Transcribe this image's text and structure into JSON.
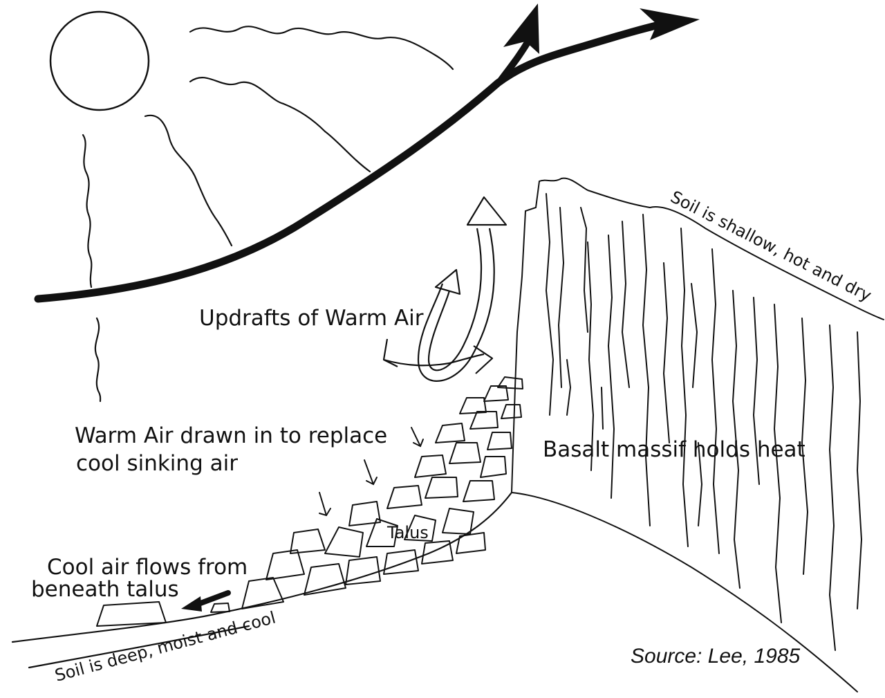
{
  "labels": {
    "updrafts": "Updrafts of Warm Air",
    "warm_air_line1": "Warm Air drawn in to replace",
    "warm_air_line2": "cool sinking air",
    "basalt": "Basalt massif holds heat",
    "talus": "Talus",
    "cool_air_line1": "Cool air flows from",
    "cool_air_line2": "beneath talus",
    "soil_shallow": "Soil is shallow, hot and dry",
    "soil_deep": "Soil is deep, moist and cool",
    "source": "Source: Lee, 1985"
  },
  "colors": {
    "ink": "#111111",
    "background": "#ffffff"
  }
}
